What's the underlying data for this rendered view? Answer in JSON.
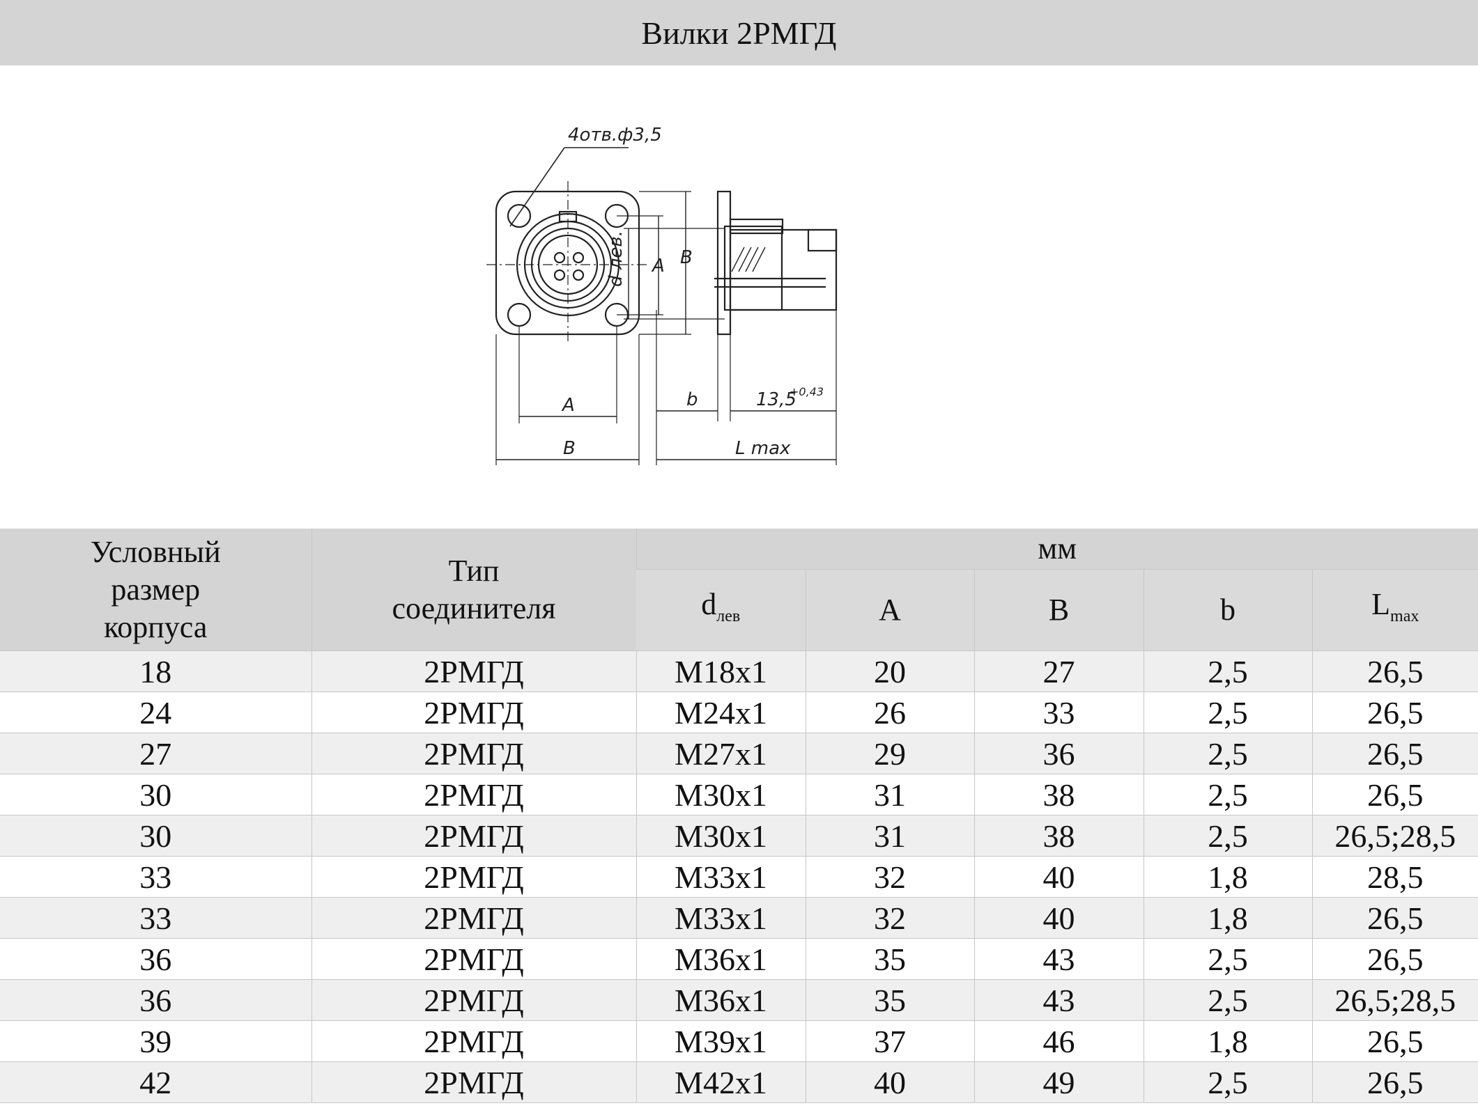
{
  "title": "Вилки 2РМГД",
  "drawing": {
    "holes_note": "4отв.ф3,5",
    "dim_A": "A",
    "dim_B": "B",
    "dim_d": "d лев.",
    "dim_b": "b",
    "dim_13_5": "13,5",
    "dim_13_5_tol": "+0,43",
    "dim_L": "L max"
  },
  "table": {
    "header": {
      "col1_lines": [
        "Условный",
        "размер",
        "корпуса"
      ],
      "col2_lines": [
        "Тип",
        "соединителя"
      ],
      "group_label": "мм",
      "sub": {
        "d_main": "d",
        "d_sub": "лев",
        "A": "A",
        "B": "B",
        "b": "b",
        "L_main": "L",
        "L_sub": "max"
      }
    },
    "rows": [
      [
        "18",
        "2РМГД",
        "М18х1",
        "20",
        "27",
        "2,5",
        "26,5"
      ],
      [
        "24",
        "2РМГД",
        "М24х1",
        "26",
        "33",
        "2,5",
        "26,5"
      ],
      [
        "27",
        "2РМГД",
        "М27х1",
        "29",
        "36",
        "2,5",
        "26,5"
      ],
      [
        "30",
        "2РМГД",
        "М30х1",
        "31",
        "38",
        "2,5",
        "26,5"
      ],
      [
        "30",
        "2РМГД",
        "М30х1",
        "31",
        "38",
        "2,5",
        "26,5;28,5"
      ],
      [
        "33",
        "2РМГД",
        "М33х1",
        "32",
        "40",
        "1,8",
        "28,5"
      ],
      [
        "33",
        "2РМГД",
        "М33х1",
        "32",
        "40",
        "1,8",
        "26,5"
      ],
      [
        "36",
        "2РМГД",
        "М36х1",
        "35",
        "43",
        "2,5",
        "26,5"
      ],
      [
        "36",
        "2РМГД",
        "М36х1",
        "35",
        "43",
        "2,5",
        "26,5;28,5"
      ],
      [
        "39",
        "2РМГД",
        "М39х1",
        "37",
        "46",
        "1,8",
        "26,5"
      ],
      [
        "42",
        "2РМГД",
        "М42х1",
        "40",
        "49",
        "2,5",
        "26,5"
      ]
    ]
  }
}
